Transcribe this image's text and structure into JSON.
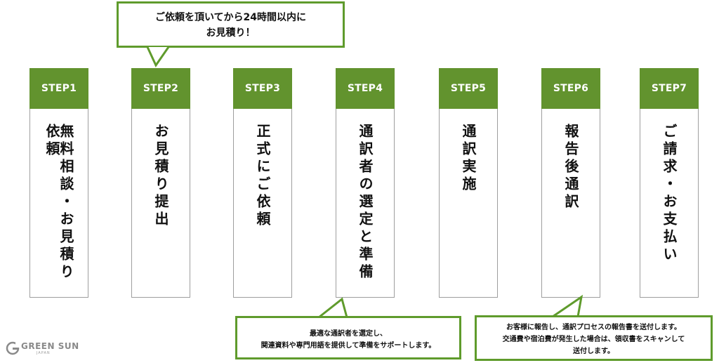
{
  "steps": [
    {
      "label": "STEP1",
      "text": "無料相談・お見積り依頼"
    },
    {
      "label": "STEP2",
      "text": "お見積り提出"
    },
    {
      "label": "STEP3",
      "text": "正式にご依頼"
    },
    {
      "label": "STEP4",
      "text": "通訳者の選定と準備"
    },
    {
      "label": "STEP5",
      "text": "通訳実施"
    },
    {
      "label": "STEP6",
      "text": "報告後通訳"
    },
    {
      "label": "STEP7",
      "text": "ご請求・お支払い"
    }
  ],
  "callouts": {
    "step2": {
      "line1": "ご依頼を頂いてから24時間以内に",
      "line2": "お見積り！"
    },
    "step4": {
      "line1": "最適な通訳者を選定し、",
      "line2": "関連資料や専門用語を提供して準備をサポートします。"
    },
    "step6": {
      "line1": "お客様に報告し、通訳プロセスの報告書を送付します。",
      "line2": "交通費や宿泊費が発生した場合は、領収書をスキャンして",
      "line3": "送付します。"
    }
  },
  "logo": {
    "name": "GREEN SUN",
    "sub": "JAPAN"
  },
  "colors": {
    "step_header": "#62932e",
    "callout_border": "#5f9b2c",
    "box_border": "#9e9e9e"
  }
}
